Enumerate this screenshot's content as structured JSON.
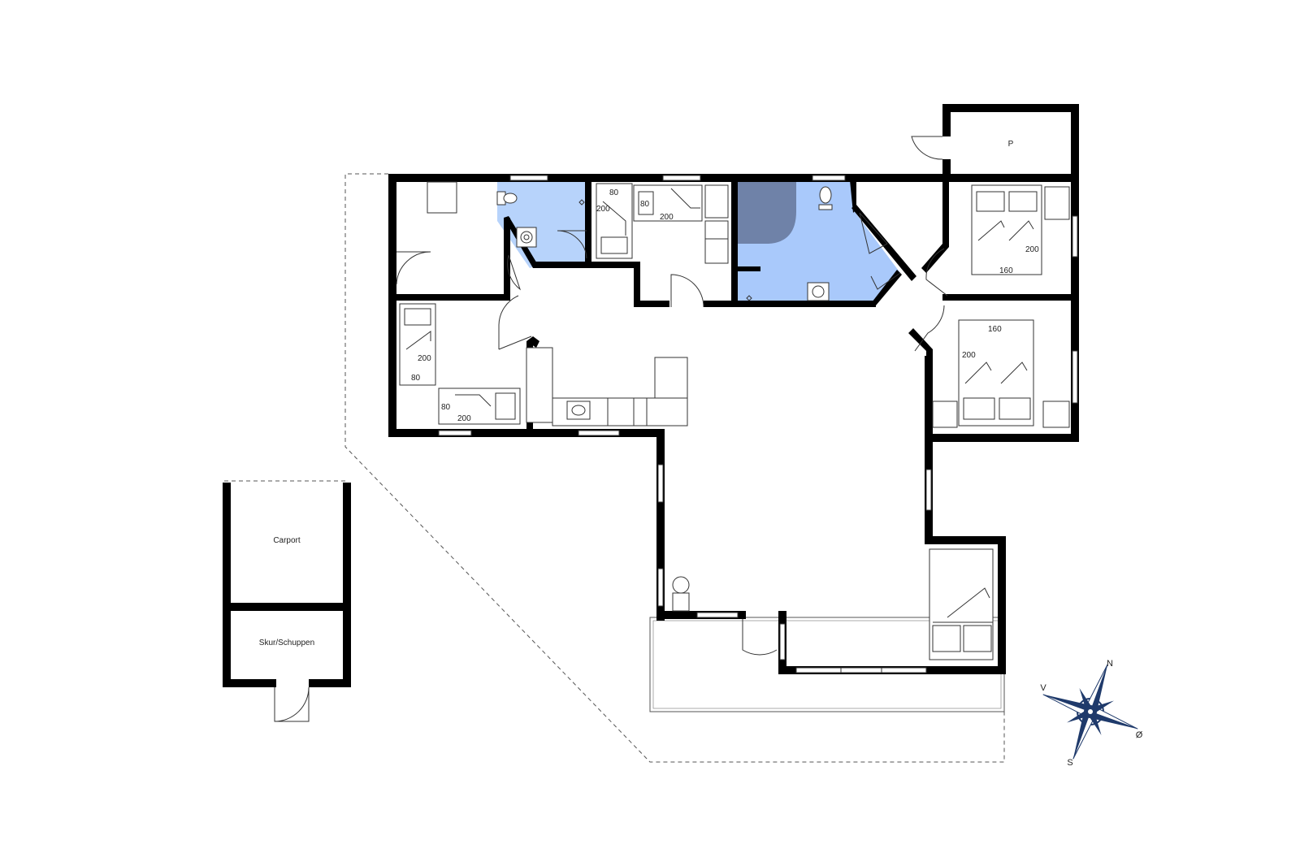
{
  "colors": {
    "wall": "#000000",
    "bathroom_fill": "#b7d3fb",
    "bathroom_fill_2": "#a9c9fb",
    "spa_fill": "#6f82a8",
    "compass_fill": "#1f3a6b",
    "line": "#333333",
    "background": "#ffffff"
  },
  "rooms": {
    "p_label": "P",
    "carport_label": "Carport",
    "shed_label": "Skur/Schuppen"
  },
  "beds": {
    "br_mid_w": "80",
    "br_mid_h": "200",
    "br_mid2_w": "80",
    "br_mid2_h": "200",
    "br_left_a_h": "200",
    "br_left_a_w": "80",
    "br_left_b_w": "80",
    "br_left_b_h": "200",
    "br_right_top_h": "200",
    "br_right_top_w": "160",
    "br_right_mid_w": "160",
    "br_right_mid_h": "200"
  },
  "compass": {
    "north": "N",
    "south": "S",
    "east": "Ø",
    "west": "V"
  }
}
